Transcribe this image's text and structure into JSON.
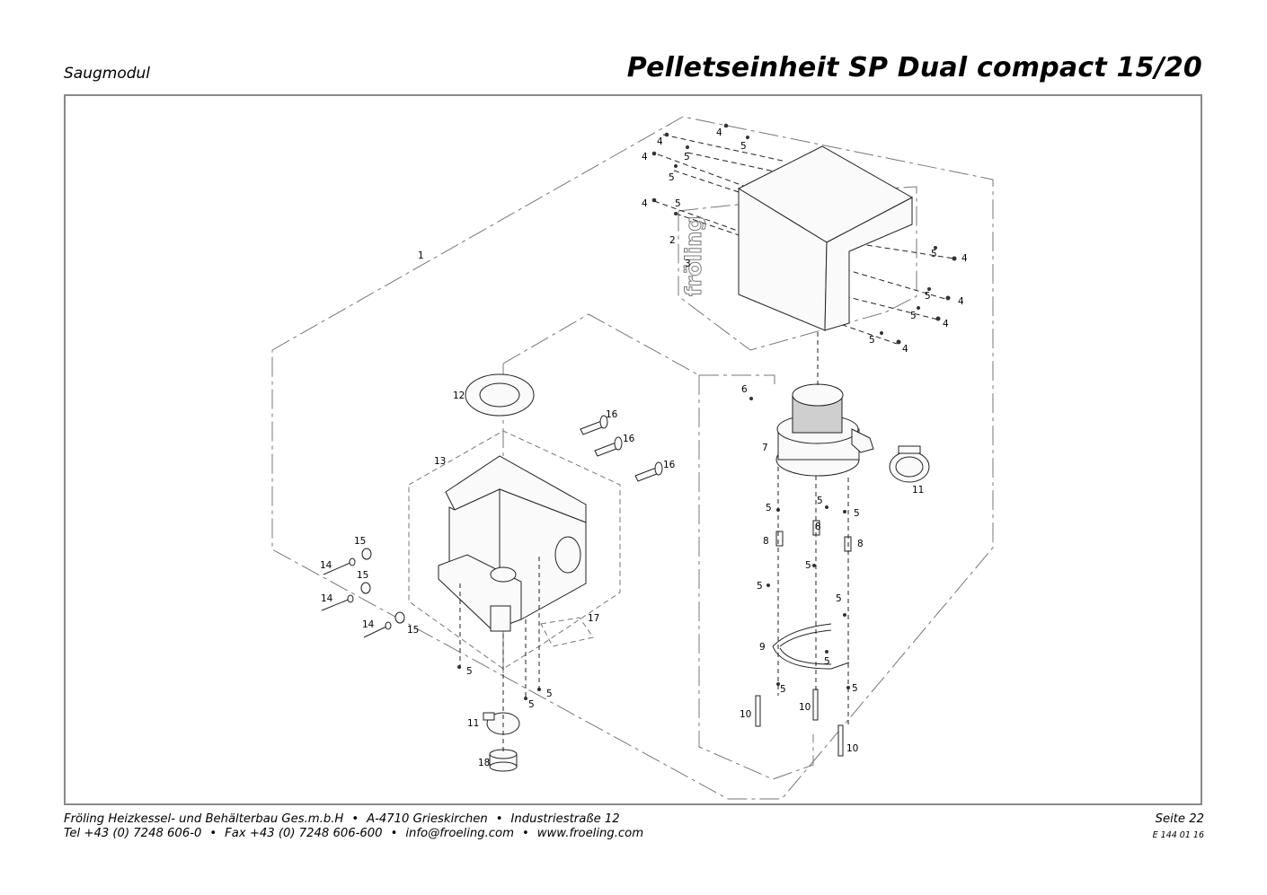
{
  "header": {
    "section_label": "Saugmodul",
    "title": "Pelletseinheit SP Dual compact 15/20"
  },
  "drawing": {
    "brand_mark": "fröling",
    "labels": [
      "1",
      "2",
      "3",
      "4",
      "5",
      "6",
      "7",
      "8",
      "9",
      "10",
      "11",
      "12",
      "13",
      "14",
      "15",
      "16",
      "17",
      "18"
    ]
  },
  "footer": {
    "line1": [
      "Fröling Heizkessel- und Behälterbau Ges.m.b.H",
      "A-4710 Grieskirchen",
      "Industriestraße 12"
    ],
    "line2": [
      "Tel +43 (0) 7248 606-0",
      "Fax +43 (0) 7248 606-600",
      "info@froeling.com",
      "www.froeling.com"
    ],
    "separator": "•",
    "page": "Seite 22",
    "code": "E 144 01 16"
  }
}
